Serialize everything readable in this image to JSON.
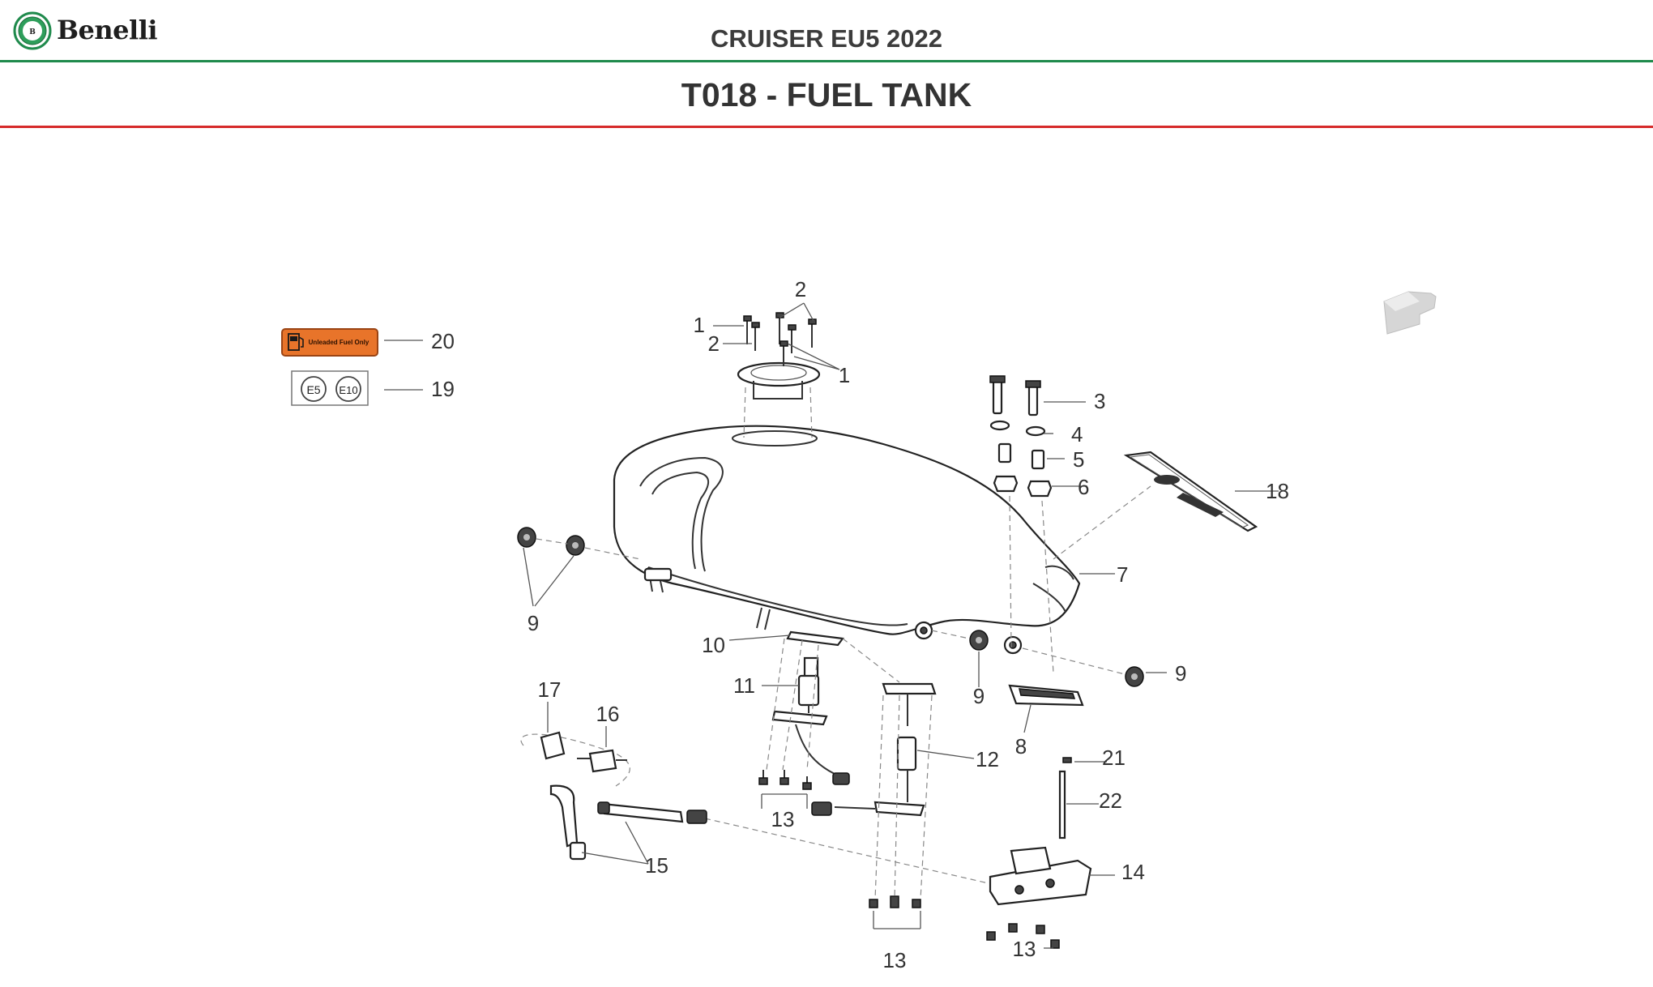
{
  "header": {
    "brand": "Benelli",
    "model": "CRUISER EU5 2022",
    "section_title": "T018 - FUEL TANK"
  },
  "colors": {
    "header_rule": "#1f8a4c",
    "title_rule": "#d62a2a",
    "sticker_orange": "#e8742a"
  },
  "icons": {
    "nav_arrow": "arrow-left-icon",
    "fuel_pump": "fuel-pump-icon"
  },
  "stickers": {
    "fuel_label_text": "Unleaded Fuel Only",
    "ethanol_badges": [
      "E5",
      "E10"
    ]
  },
  "callouts": [
    {
      "id": "c1a",
      "text": "1"
    },
    {
      "id": "c2a",
      "text": "2"
    },
    {
      "id": "c2b",
      "text": "2"
    },
    {
      "id": "c1b",
      "text": "1"
    },
    {
      "id": "c3",
      "text": "3"
    },
    {
      "id": "c4",
      "text": "4"
    },
    {
      "id": "c5",
      "text": "5"
    },
    {
      "id": "c6",
      "text": "6"
    },
    {
      "id": "c7",
      "text": "7"
    },
    {
      "id": "c8",
      "text": "8"
    },
    {
      "id": "c9a",
      "text": "9"
    },
    {
      "id": "c9b",
      "text": "9"
    },
    {
      "id": "c9c",
      "text": "9"
    },
    {
      "id": "c10",
      "text": "10"
    },
    {
      "id": "c11",
      "text": "11"
    },
    {
      "id": "c12",
      "text": "12"
    },
    {
      "id": "c13a",
      "text": "13"
    },
    {
      "id": "c13b",
      "text": "13"
    },
    {
      "id": "c13c",
      "text": "13"
    },
    {
      "id": "c14",
      "text": "14"
    },
    {
      "id": "c15",
      "text": "15"
    },
    {
      "id": "c16",
      "text": "16"
    },
    {
      "id": "c17",
      "text": "17"
    },
    {
      "id": "c18",
      "text": "18"
    },
    {
      "id": "c19",
      "text": "19"
    },
    {
      "id": "c20",
      "text": "20"
    },
    {
      "id": "c21",
      "text": "21"
    },
    {
      "id": "c22",
      "text": "22"
    }
  ]
}
